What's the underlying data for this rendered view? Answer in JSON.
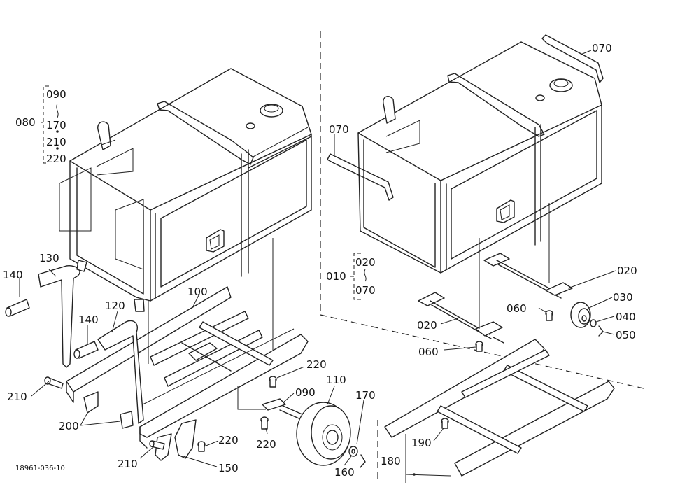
{
  "reference": "18961-036-10",
  "labels": {
    "l080": "080",
    "l090a": "090",
    "l170a": "170",
    "l210a": "210",
    "l220a": "220",
    "l130": "130",
    "l140a": "140",
    "l140b": "140",
    "l120": "120",
    "l100": "100",
    "l210b": "210",
    "l200": "200",
    "l210c": "210",
    "l150": "150",
    "l220b": "220",
    "l220c": "220",
    "l220d": "220",
    "l090b": "090",
    "l110": "110",
    "l170b": "170",
    "l160": "160",
    "l070a": "070",
    "l070b": "070",
    "l010": "010",
    "l020a": "020",
    "l070c": "070",
    "l020b": "020",
    "l060a": "060",
    "l030": "030",
    "l040": "040",
    "l050": "050",
    "l020c": "020",
    "l060b": "060",
    "l190": "190",
    "l180": "180"
  }
}
